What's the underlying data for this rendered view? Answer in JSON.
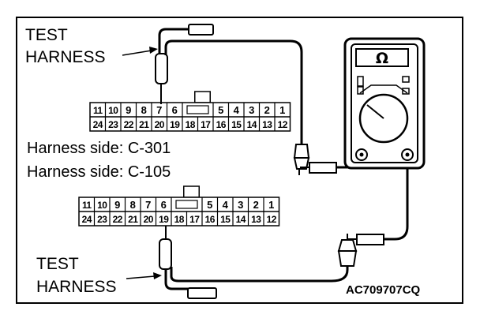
{
  "labels": {
    "test_harness_top": [
      "TEST",
      "HARNESS"
    ],
    "test_harness_bottom": [
      "TEST",
      "HARNESS"
    ],
    "harness_side_1": "Harness side: C-301",
    "harness_side_2": "Harness side: C-105",
    "figure_code": "AC709707CQ",
    "meter_symbol": "Ω"
  },
  "connector_top": {
    "row1": [
      "11",
      "10",
      "9",
      "8",
      "7",
      "6",
      "",
      "5",
      "4",
      "3",
      "2",
      "1"
    ],
    "row2": [
      "24",
      "23",
      "22",
      "21",
      "20",
      "19",
      "18",
      "17",
      "16",
      "15",
      "14",
      "13",
      "12"
    ]
  },
  "connector_bottom": {
    "row1": [
      "11",
      "10",
      "9",
      "8",
      "7",
      "6",
      "",
      "5",
      "4",
      "3",
      "2",
      "1"
    ],
    "row2": [
      "24",
      "23",
      "22",
      "21",
      "20",
      "19",
      "18",
      "17",
      "16",
      "15",
      "14",
      "13",
      "12"
    ]
  },
  "icons": {
    "meter": "ohmmeter-icon",
    "probe": "test-probe-icon",
    "clip": "alligator-clip-icon"
  }
}
